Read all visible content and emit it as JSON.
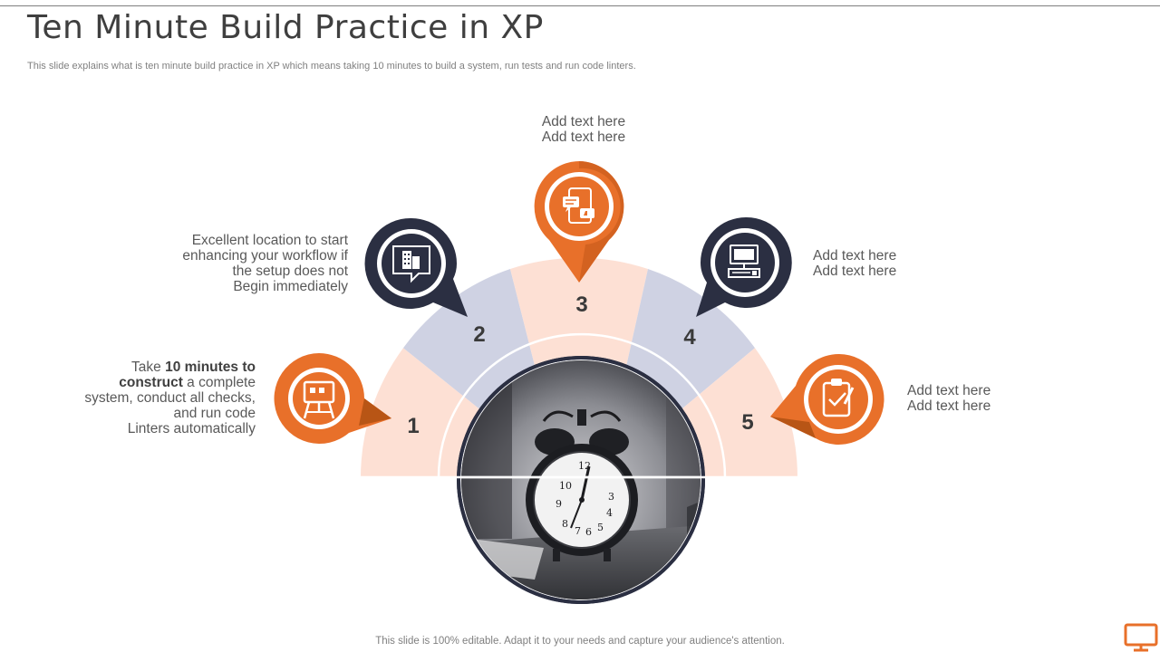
{
  "header": {
    "title": "Ten Minute Build Practice in XP",
    "subtitle": "This slide explains what is ten minute build practice in XP which means taking 10 minutes to build a system, run tests and run code linters."
  },
  "steps": [
    {
      "number": "1",
      "icon": "easel-icon",
      "color": "#e8702a"
    },
    {
      "number": "2",
      "icon": "building-icon",
      "color": "#2b2f42"
    },
    {
      "number": "3",
      "icon": "chat-phone-icon",
      "color": "#e8702a"
    },
    {
      "number": "4",
      "icon": "computer-icon",
      "color": "#2b2f42"
    },
    {
      "number": "5",
      "icon": "clipboard-check-icon",
      "color": "#e8702a"
    }
  ],
  "notes": {
    "step1": {
      "line1_pre": "Take ",
      "line1_bold": "10 minutes to",
      "line2_bold": "construct",
      "line2_post": " a complete",
      "line3": "system, conduct all checks,",
      "line4": "and run code",
      "line5": "Linters automatically"
    },
    "step2": [
      "Excellent location to start",
      "enhancing your workflow if",
      "the setup does not",
      "Begin immediately"
    ],
    "step3": [
      "Add text here",
      "Add text here"
    ],
    "step4": [
      "Add text here",
      "Add text here"
    ],
    "step5": [
      "Add text here",
      "Add text here"
    ]
  },
  "center_image": "alarm-clock-photo",
  "colors": {
    "orange": "#e8702a",
    "navy": "#2b2f42",
    "peach_segment": "#fde0d4",
    "lavender_segment": "#cfd2e3"
  },
  "footer": {
    "text": "This slide is 100% editable. Adapt it to your needs and capture your audience's attention."
  }
}
